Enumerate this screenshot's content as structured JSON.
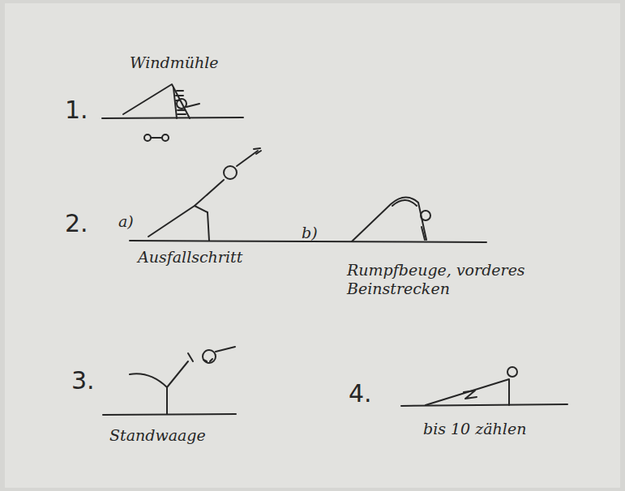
{
  "diagram": {
    "labels": [
      "Windmühle",
      "1.",
      "2.",
      "a)",
      "Ausfallschritt",
      "b)",
      "Rumpfbeuge, vorderes Beinstrecken",
      "3.",
      "Standwaage",
      "4.",
      "bis 10 zählen"
    ]
  }
}
